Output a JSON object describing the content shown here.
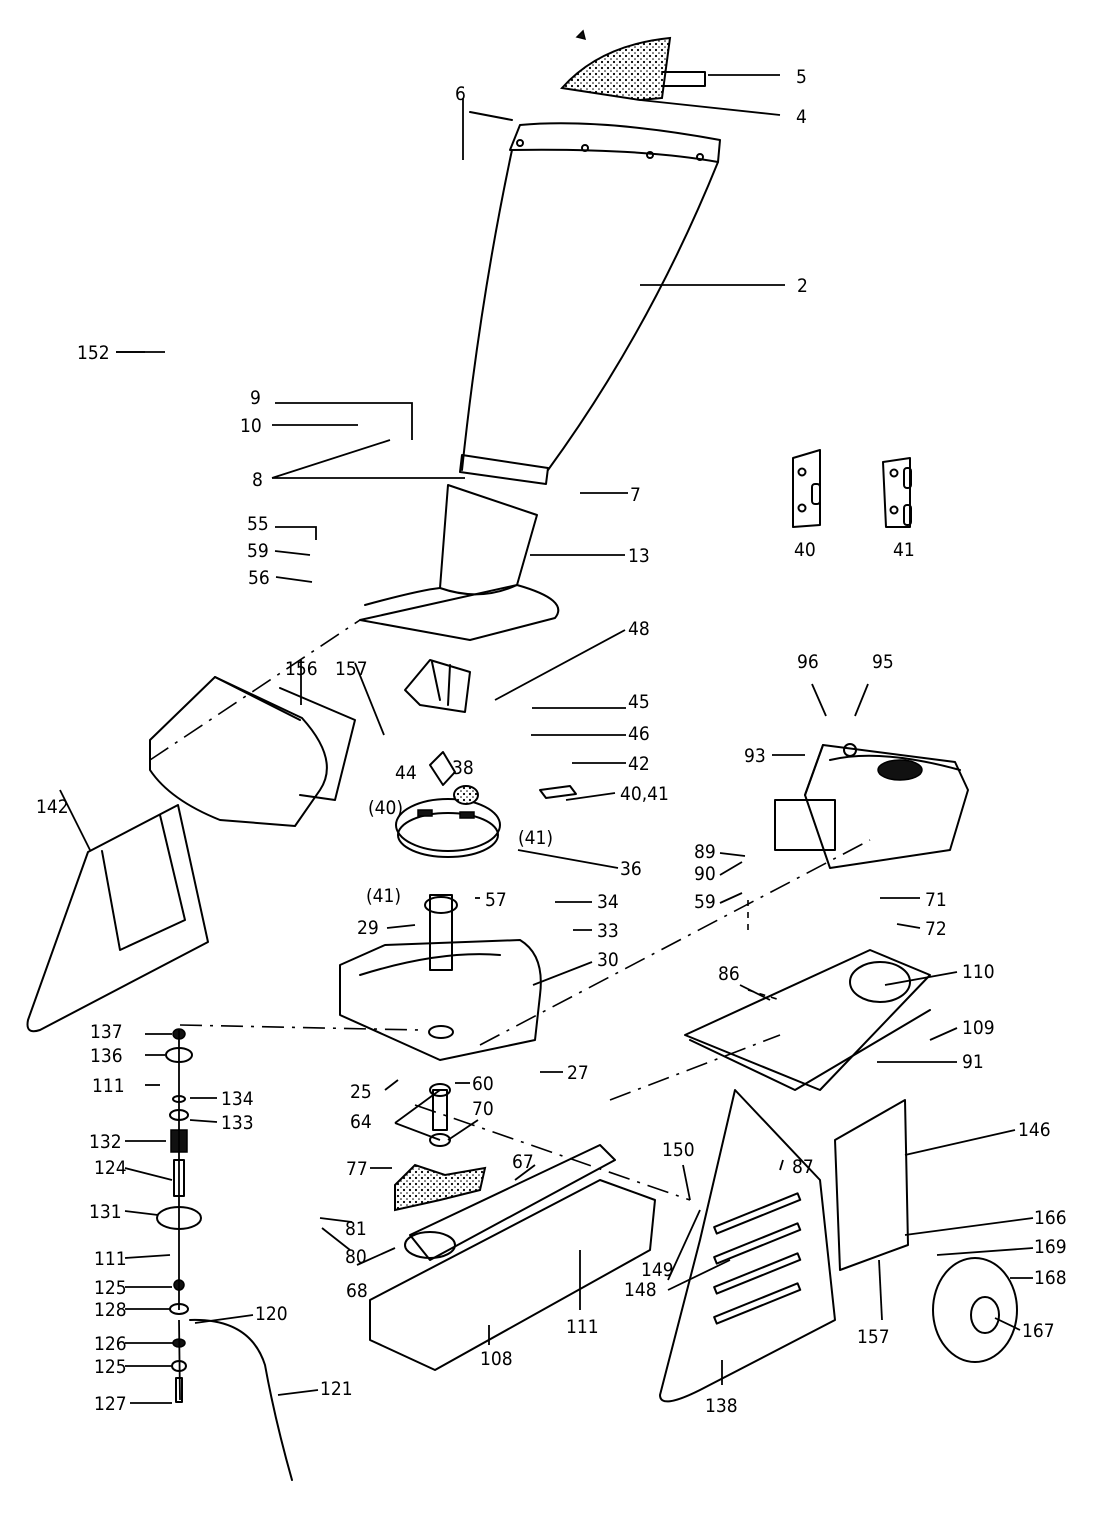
{
  "diagram": {
    "type": "exploded-parts-diagram",
    "subject": "garden chipper / shredder assembly",
    "colors": {
      "ink": "#000000",
      "paper": "#ffffff"
    },
    "callouts": [
      {
        "id": "5",
        "label": "5"
      },
      {
        "id": "4",
        "label": "4"
      },
      {
        "id": "6",
        "label": "6"
      },
      {
        "id": "2",
        "label": "2"
      },
      {
        "id": "9",
        "label": "9"
      },
      {
        "id": "10",
        "label": "10"
      },
      {
        "id": "8",
        "label": "8"
      },
      {
        "id": "7",
        "label": "7"
      },
      {
        "id": "55",
        "label": "55"
      },
      {
        "id": "59a",
        "label": "59"
      },
      {
        "id": "56",
        "label": "56"
      },
      {
        "id": "13",
        "label": "13"
      },
      {
        "id": "40-detail",
        "label": "40"
      },
      {
        "id": "41-detail",
        "label": "41"
      },
      {
        "id": "48",
        "label": "48"
      },
      {
        "id": "156",
        "label": "156"
      },
      {
        "id": "157a",
        "label": "157"
      },
      {
        "id": "152",
        "label": "152"
      },
      {
        "id": "45",
        "label": "45"
      },
      {
        "id": "46",
        "label": "46"
      },
      {
        "id": "42",
        "label": "42"
      },
      {
        "id": "44",
        "label": "44"
      },
      {
        "id": "38",
        "label": "38"
      },
      {
        "id": "40-41",
        "label": "40,41"
      },
      {
        "id": "40-paren",
        "label": "(40)"
      },
      {
        "id": "41-paren-a",
        "label": "(41)"
      },
      {
        "id": "41-paren-b",
        "label": "(41)"
      },
      {
        "id": "36",
        "label": "36"
      },
      {
        "id": "96",
        "label": "96"
      },
      {
        "id": "95",
        "label": "95"
      },
      {
        "id": "93",
        "label": "93"
      },
      {
        "id": "142",
        "label": "142"
      },
      {
        "id": "89",
        "label": "89"
      },
      {
        "id": "90",
        "label": "90"
      },
      {
        "id": "59b",
        "label": "59"
      },
      {
        "id": "71",
        "label": "71"
      },
      {
        "id": "72",
        "label": "72"
      },
      {
        "id": "57",
        "label": "57"
      },
      {
        "id": "34",
        "label": "34"
      },
      {
        "id": "29",
        "label": "29"
      },
      {
        "id": "33",
        "label": "33"
      },
      {
        "id": "30",
        "label": "30"
      },
      {
        "id": "86",
        "label": "86"
      },
      {
        "id": "110",
        "label": "110"
      },
      {
        "id": "109",
        "label": "109"
      },
      {
        "id": "91",
        "label": "91"
      },
      {
        "id": "137",
        "label": "137"
      },
      {
        "id": "136",
        "label": "136"
      },
      {
        "id": "111a",
        "label": "111"
      },
      {
        "id": "25",
        "label": "25"
      },
      {
        "id": "27",
        "label": "27"
      },
      {
        "id": "134",
        "label": "134"
      },
      {
        "id": "133",
        "label": "133"
      },
      {
        "id": "64",
        "label": "64"
      },
      {
        "id": "60",
        "label": "60"
      },
      {
        "id": "70",
        "label": "70"
      },
      {
        "id": "132",
        "label": "132"
      },
      {
        "id": "124",
        "label": "124"
      },
      {
        "id": "77",
        "label": "77"
      },
      {
        "id": "67",
        "label": "67"
      },
      {
        "id": "146",
        "label": "146"
      },
      {
        "id": "150",
        "label": "150"
      },
      {
        "id": "87",
        "label": "87"
      },
      {
        "id": "131",
        "label": "131"
      },
      {
        "id": "81",
        "label": "81"
      },
      {
        "id": "80",
        "label": "80"
      },
      {
        "id": "111b",
        "label": "111"
      },
      {
        "id": "68",
        "label": "68"
      },
      {
        "id": "149",
        "label": "149"
      },
      {
        "id": "148",
        "label": "148"
      },
      {
        "id": "166",
        "label": "166"
      },
      {
        "id": "169",
        "label": "169"
      },
      {
        "id": "168",
        "label": "168"
      },
      {
        "id": "167",
        "label": "167"
      },
      {
        "id": "157b",
        "label": "157"
      },
      {
        "id": "125a",
        "label": "125"
      },
      {
        "id": "128",
        "label": "128"
      },
      {
        "id": "120",
        "label": "120"
      },
      {
        "id": "126",
        "label": "126"
      },
      {
        "id": "125b",
        "label": "125"
      },
      {
        "id": "111c",
        "label": "111"
      },
      {
        "id": "121",
        "label": "121"
      },
      {
        "id": "127",
        "label": "127"
      },
      {
        "id": "108",
        "label": "108"
      },
      {
        "id": "138",
        "label": "138"
      }
    ]
  }
}
